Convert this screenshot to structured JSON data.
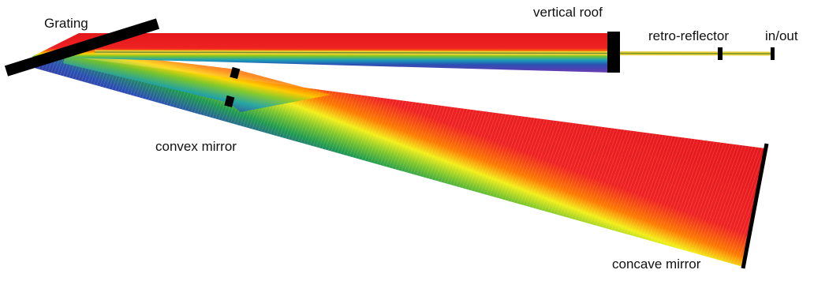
{
  "labels": {
    "grating": "Grating",
    "vertical_roof": "vertical roof",
    "retro_reflector": "retro-reflector",
    "in_out": "in/out",
    "convex_mirror": "convex mirror",
    "concave_mirror": "concave mirror"
  },
  "colors": {
    "spectrum": [
      "#e4171b",
      "#ee2222",
      "#ff7a00",
      "#ffd400",
      "#f2ef18",
      "#7bc62b",
      "#1f9b4f",
      "#1aa0b8",
      "#2b4fb3",
      "#3a2f9a",
      "#6f39b3"
    ],
    "component": "#000000",
    "input_beam_outer": "#e8d23a",
    "input_beam_inner": "#7a8f2a"
  }
}
